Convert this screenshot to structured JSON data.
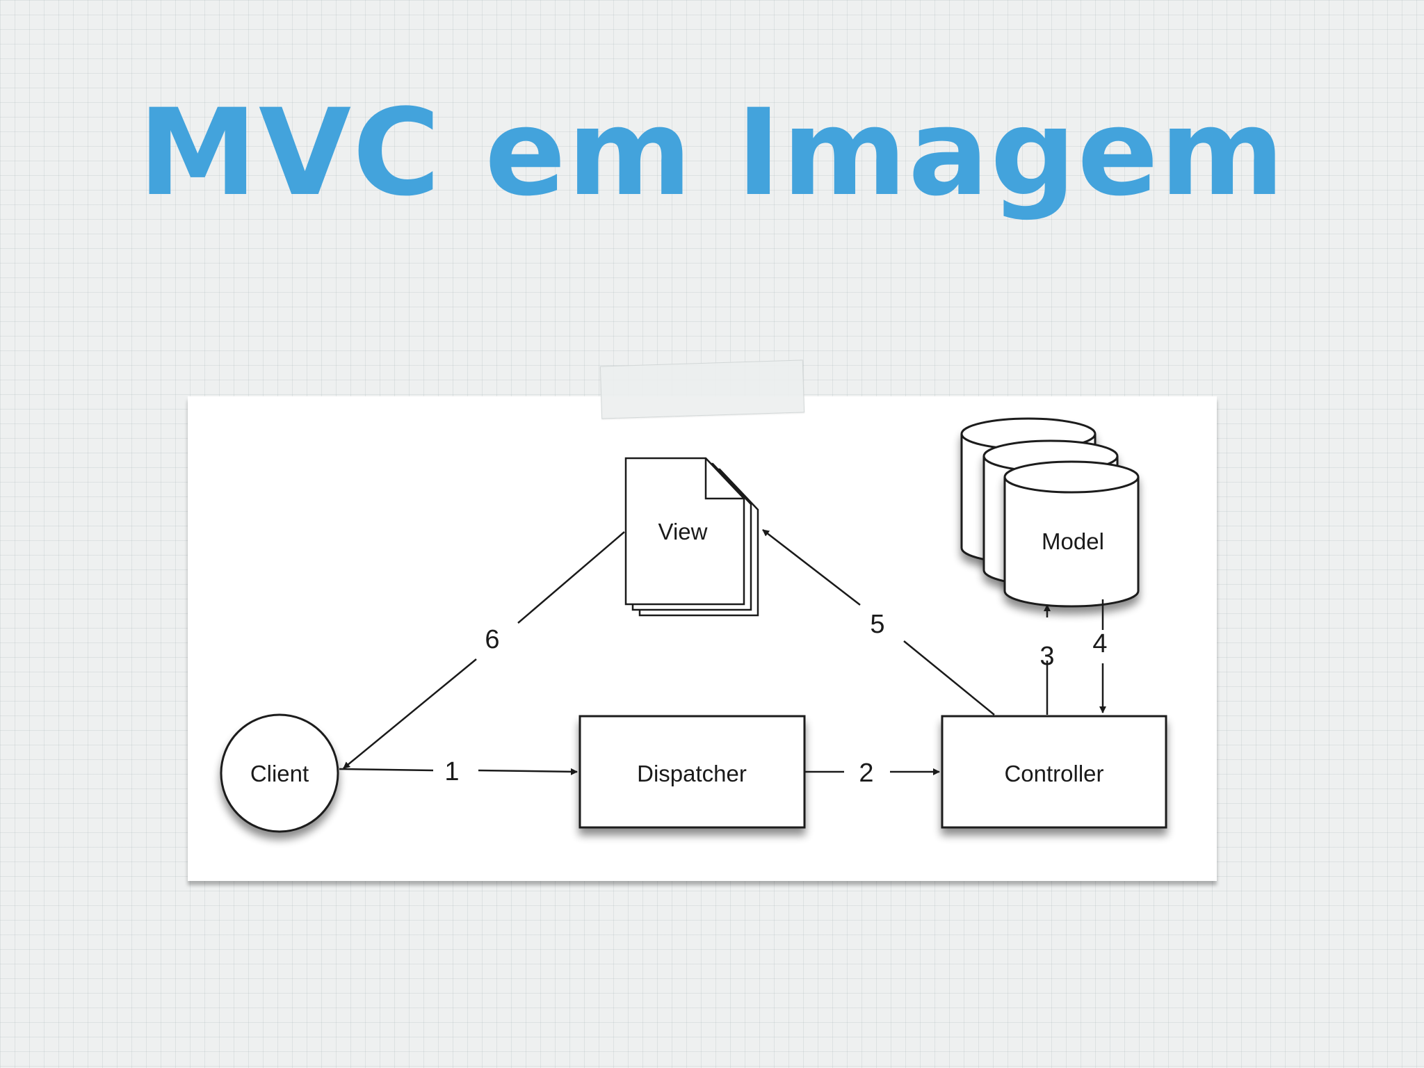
{
  "title": "MVC em Imagem",
  "diagram": {
    "nodes": {
      "client": "Client",
      "dispatcher": "Dispatcher",
      "controller": "Controller",
      "view": "View",
      "model": "Model"
    },
    "edges": [
      {
        "label": "1",
        "from": "Client",
        "to": "Dispatcher"
      },
      {
        "label": "2",
        "from": "Dispatcher",
        "to": "Controller"
      },
      {
        "label": "3",
        "from": "Controller",
        "to": "Model"
      },
      {
        "label": "4",
        "from": "Model",
        "to": "Controller"
      },
      {
        "label": "5",
        "from": "Controller",
        "to": "View"
      },
      {
        "label": "6",
        "from": "View",
        "to": "Client"
      }
    ]
  },
  "colors": {
    "title": "#43a3dc",
    "stroke": "#1a1a1a",
    "background": "#eef0f0"
  }
}
